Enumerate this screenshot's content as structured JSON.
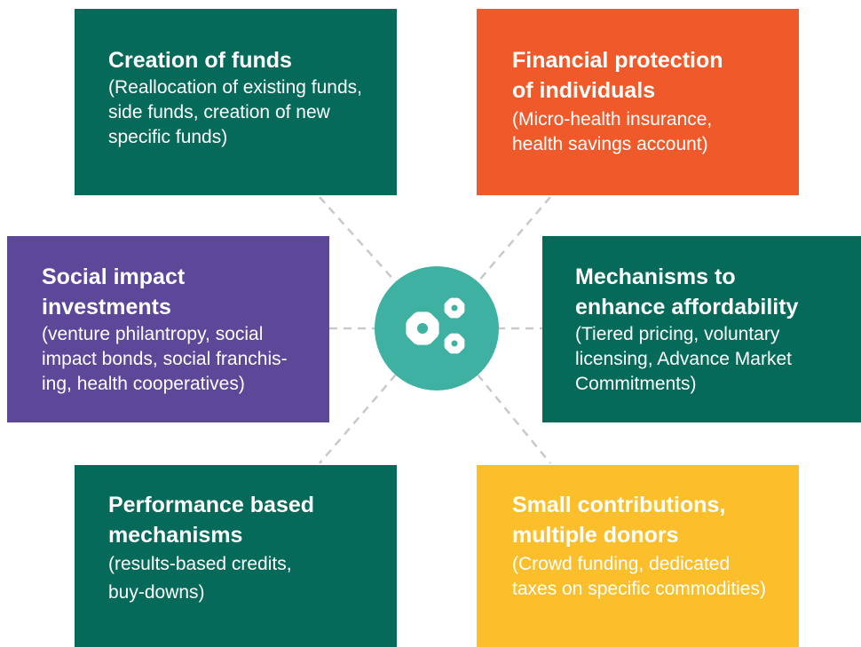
{
  "colors": {
    "dark_green": "#066a5a",
    "orange": "#f05a2b",
    "purple": "#5d4799",
    "yellow": "#fbbf2c",
    "hub_teal": "#3eb1a2",
    "connector": "#c9c9c9"
  },
  "hub": {
    "icon": "gears-icon"
  },
  "boxes": [
    {
      "title": "Creation of funds",
      "desc": "(Reallocation of existing funds, side funds, creation of new specific funds)"
    },
    {
      "title": "Financial protection of individuals",
      "desc": "(Micro-health insurance, health savings account)"
    },
    {
      "title": "Social impact investments",
      "desc": "(venture philantropy, social impact bonds, social franchis-ing, health cooperatives)"
    },
    {
      "title": "Mechanisms to enhance affordability",
      "desc": "(Tiered pricing, voluntary licensing, Advance Market Commitments)"
    },
    {
      "title": "Performance based mechanisms",
      "desc": "(results-based credits, buy-downs)"
    },
    {
      "title": "Small contributions, multiple donors",
      "desc": "(Crowd funding, dedicated taxes on specific commodities)"
    }
  ]
}
